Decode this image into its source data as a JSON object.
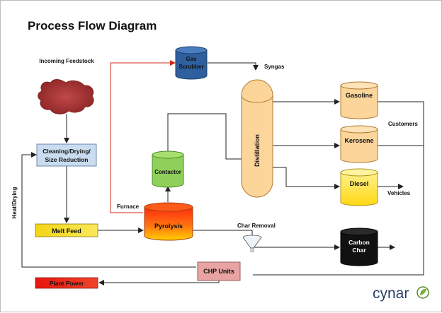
{
  "diagram": {
    "title": "Process Flow Diagram",
    "labels": {
      "incoming_feedstock": "Incoming Feedstock",
      "syngas": "Syngas",
      "furnace": "Furnace",
      "char_removal": "Char Removal",
      "customers": "Customers",
      "vehicles": "Vehicles",
      "heat_drying": "Heat/Drying"
    },
    "nodes": {
      "gas_scrubber": [
        "Gas",
        "Scrubber"
      ],
      "cleaning": [
        "Cleaning/Drying/",
        "Size Reduction"
      ],
      "contactor": "Contactor",
      "distillation": "Distillation",
      "gasoline": "Gasoline",
      "kerosene": "Kerosene",
      "diesel": "Diesel",
      "melt_feed": "Melt Feed",
      "pyrolysis": "Pyrolysis",
      "carbon_char": [
        "Carbon",
        "Char"
      ],
      "chp_units": "CHP Units",
      "plant_power": "Plant Power"
    },
    "colors": {
      "gas_scrubber": "#2e5f9e",
      "cleaning": "#c9dcf0",
      "contactor": "#8fd05a",
      "distillation": "#fbd59a",
      "products": "#fbd59a",
      "diesel": "#ffe14d",
      "melt_feed": "#f7e02a",
      "pyrolysis": "#ff6a1a",
      "carbon_char": "#111111",
      "chp_units": "#e8a3a3",
      "plant_power": "#e8251b",
      "feedstock": "#a63a3a",
      "furnace_line": "#cc2a1a"
    }
  },
  "logo": {
    "text": "cynar"
  }
}
